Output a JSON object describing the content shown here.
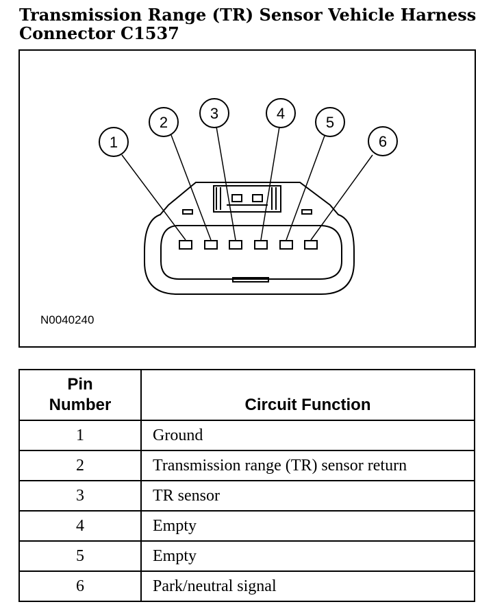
{
  "title": {
    "line1": "Transmission Range (TR) Sensor Vehicle Harness",
    "line2": "Connector C1537"
  },
  "figure": {
    "id": "N0040240",
    "callouts": [
      "1",
      "2",
      "3",
      "4",
      "5",
      "6"
    ]
  },
  "table": {
    "header_pin": "Pin Number",
    "header_function": "Circuit Function",
    "rows": [
      {
        "pin": "1",
        "function": "Ground"
      },
      {
        "pin": "2",
        "function": "Transmission range (TR) sensor return"
      },
      {
        "pin": "3",
        "function": "TR sensor"
      },
      {
        "pin": "4",
        "function": "Empty"
      },
      {
        "pin": "5",
        "function": "Empty"
      },
      {
        "pin": "6",
        "function": "Park/neutral signal"
      }
    ]
  }
}
